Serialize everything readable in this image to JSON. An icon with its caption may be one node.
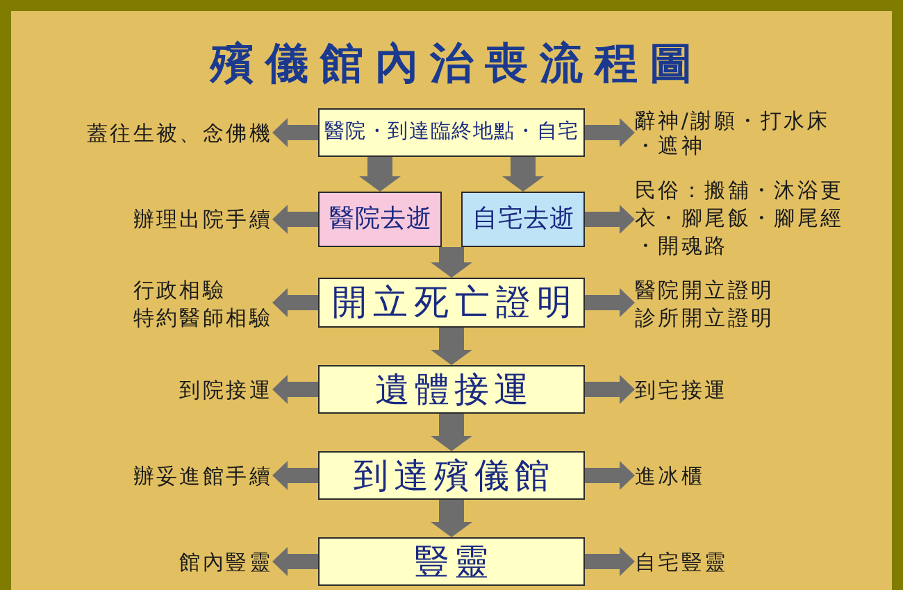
{
  "diagram": {
    "title": "殯儀館內治喪流程圖",
    "nodes": [
      {
        "text": [
          "蓋往生被、念佛機"
        ]
      },
      {
        "text": [
          "醫院・到達臨終地點・自宅"
        ]
      },
      {
        "text": [
          "辭神/謝願・打水床・遮神"
        ]
      },
      {
        "text": [
          "辦理出院手續"
        ]
      },
      {
        "text": [
          "醫院去逝"
        ]
      },
      {
        "text": [
          "自宅去逝"
        ]
      },
      {
        "text": [
          "民俗：搬舖・沐浴更衣・腳尾飯・腳尾經・開魂路"
        ]
      },
      {
        "text": [
          "行政相驗",
          "特約醫師相驗"
        ]
      },
      {
        "text": [
          "開立死亡證明"
        ]
      },
      {
        "text": [
          "醫院開立證明",
          "診所開立證明"
        ]
      },
      {
        "text": [
          "到院接運"
        ]
      },
      {
        "text": [
          "遺體接運"
        ]
      },
      {
        "text": [
          "到宅接運"
        ]
      },
      {
        "text": [
          "辦妥進館手續"
        ]
      },
      {
        "text": [
          "到達殯儀館"
        ]
      },
      {
        "text": [
          "進冰櫃"
        ]
      },
      {
        "text": [
          "館內豎靈"
        ]
      },
      {
        "text": [
          "豎靈"
        ]
      },
      {
        "text": [
          "自宅豎靈"
        ]
      }
    ],
    "edges": [
      {
        "from": 1,
        "to": 0,
        "arrow": "to"
      },
      {
        "from": 1,
        "to": 2,
        "arrow": "to"
      },
      {
        "from": 1,
        "to": 4,
        "arrow": "to"
      },
      {
        "from": 1,
        "to": 5,
        "arrow": "to"
      },
      {
        "from": 4,
        "to": 3,
        "arrow": "to"
      },
      {
        "from": 5,
        "to": 6,
        "arrow": "to"
      },
      {
        "from": 4,
        "to": 8,
        "arrow": "to"
      },
      {
        "from": 5,
        "to": 8,
        "arrow": "to"
      },
      {
        "from": 8,
        "to": 7,
        "arrow": "to"
      },
      {
        "from": 8,
        "to": 9,
        "arrow": "to"
      },
      {
        "from": 8,
        "to": 11,
        "arrow": "to"
      },
      {
        "from": 11,
        "to": 10,
        "arrow": "to"
      },
      {
        "from": 11,
        "to": 12,
        "arrow": "to"
      },
      {
        "from": 11,
        "to": 14,
        "arrow": "to"
      },
      {
        "from": 14,
        "to": 13,
        "arrow": "to"
      },
      {
        "from": 14,
        "to": 15,
        "arrow": "to"
      },
      {
        "from": 14,
        "to": 17,
        "arrow": "to"
      },
      {
        "from": 17,
        "to": 16,
        "arrow": "to"
      },
      {
        "from": 17,
        "to": 18,
        "arrow": "to"
      }
    ]
  }
}
